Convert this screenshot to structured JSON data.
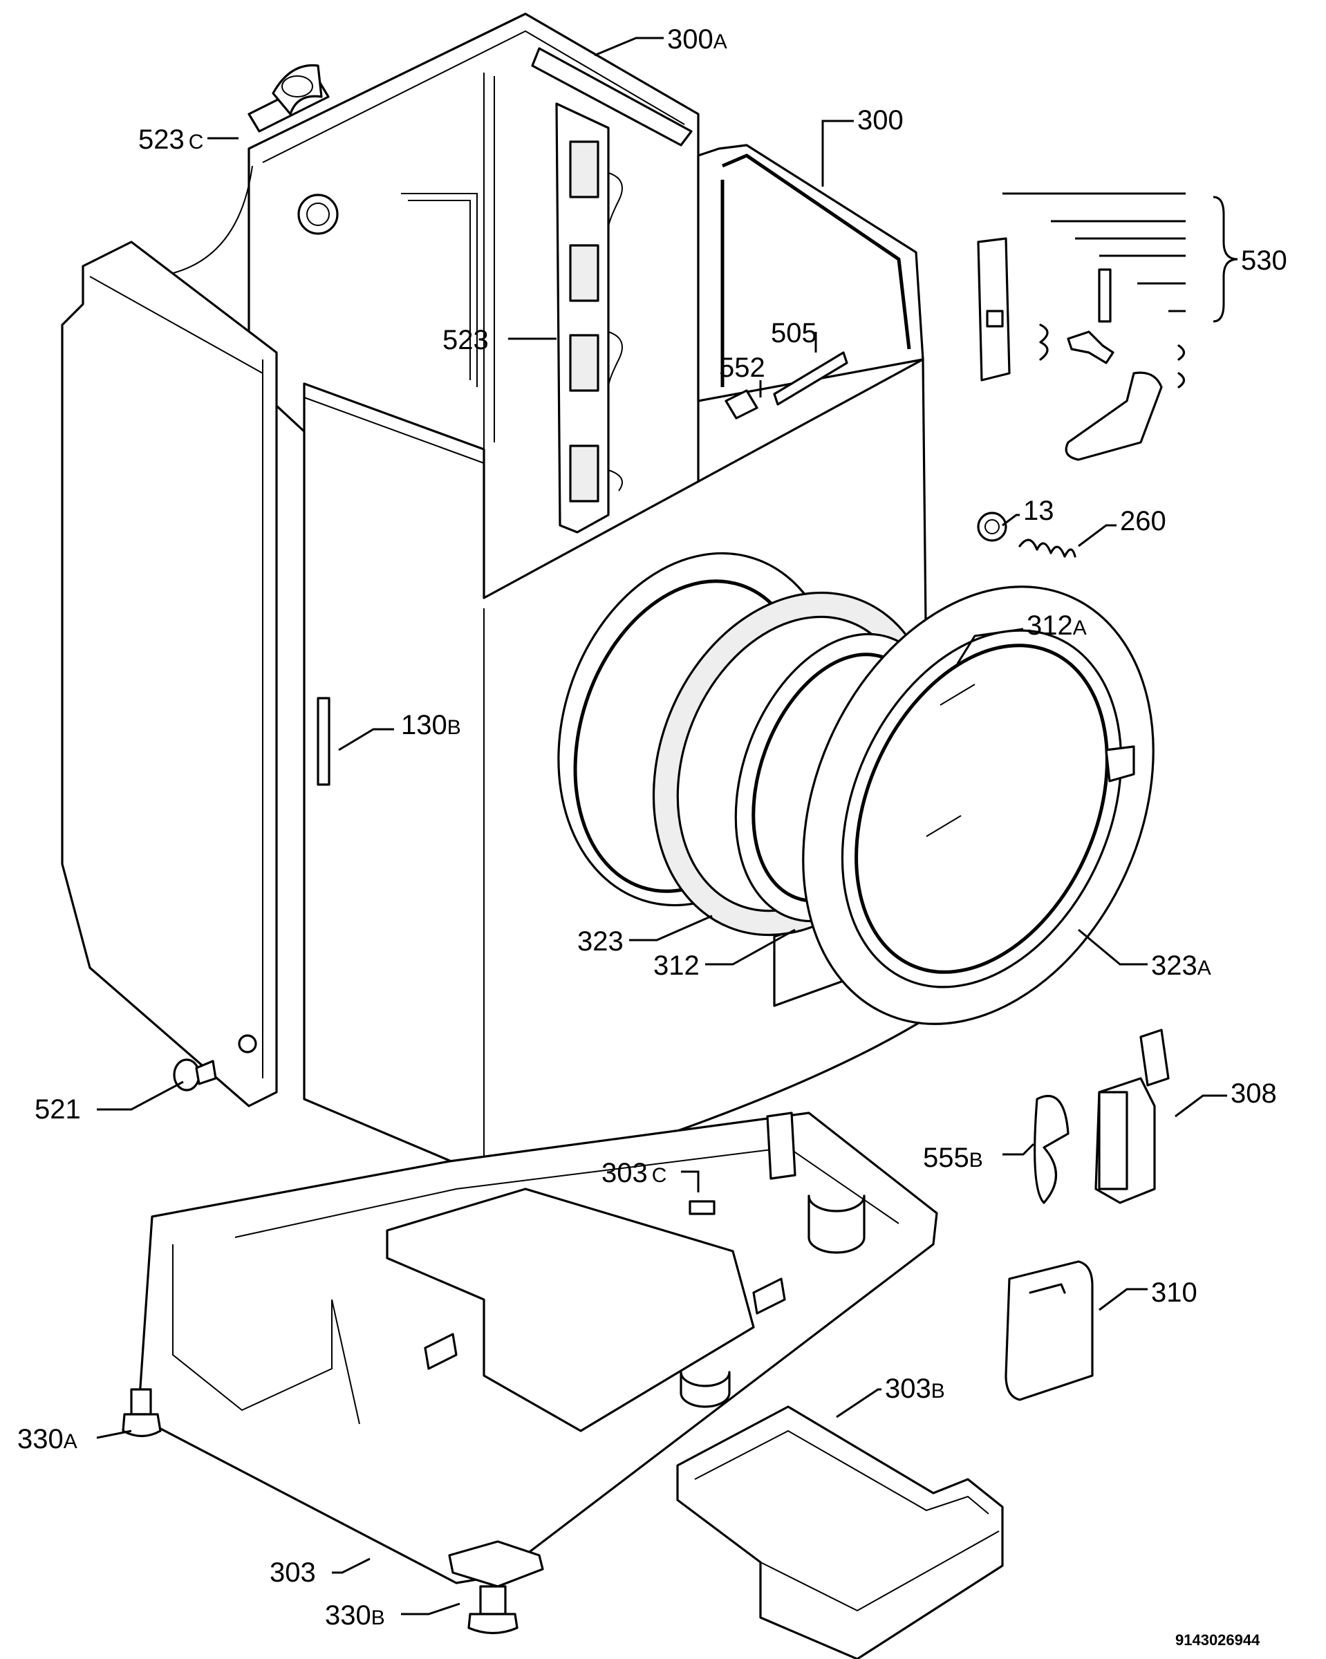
{
  "callouts": {
    "c300A": {
      "num": "300",
      "suffix": "A"
    },
    "c300": {
      "num": "300",
      "suffix": ""
    },
    "c523C": {
      "num": "523",
      "suffix": "C"
    },
    "c530": {
      "num": "530",
      "suffix": ""
    },
    "c523": {
      "num": "523",
      "suffix": ""
    },
    "c505": {
      "num": "505",
      "suffix": ""
    },
    "c552": {
      "num": "552",
      "suffix": ""
    },
    "c13": {
      "num": "13",
      "suffix": ""
    },
    "c260": {
      "num": "260",
      "suffix": ""
    },
    "c312A": {
      "num": "312",
      "suffix": "A"
    },
    "c130B": {
      "num": "130",
      "suffix": "B"
    },
    "c323": {
      "num": "323",
      "suffix": ""
    },
    "c312": {
      "num": "312",
      "suffix": ""
    },
    "c323A": {
      "num": "323",
      "suffix": "A"
    },
    "c521": {
      "num": "521",
      "suffix": ""
    },
    "c308": {
      "num": "308",
      "suffix": ""
    },
    "c303C": {
      "num": "303",
      "suffix": "C"
    },
    "c555B": {
      "num": "555",
      "suffix": "B"
    },
    "c310": {
      "num": "310",
      "suffix": ""
    },
    "c303B": {
      "num": "303",
      "suffix": "B"
    },
    "c330A": {
      "num": "330",
      "suffix": "A"
    },
    "c303": {
      "num": "303",
      "suffix": ""
    },
    "c330B": {
      "num": "330",
      "suffix": "B"
    }
  },
  "document_number": "9143026944"
}
